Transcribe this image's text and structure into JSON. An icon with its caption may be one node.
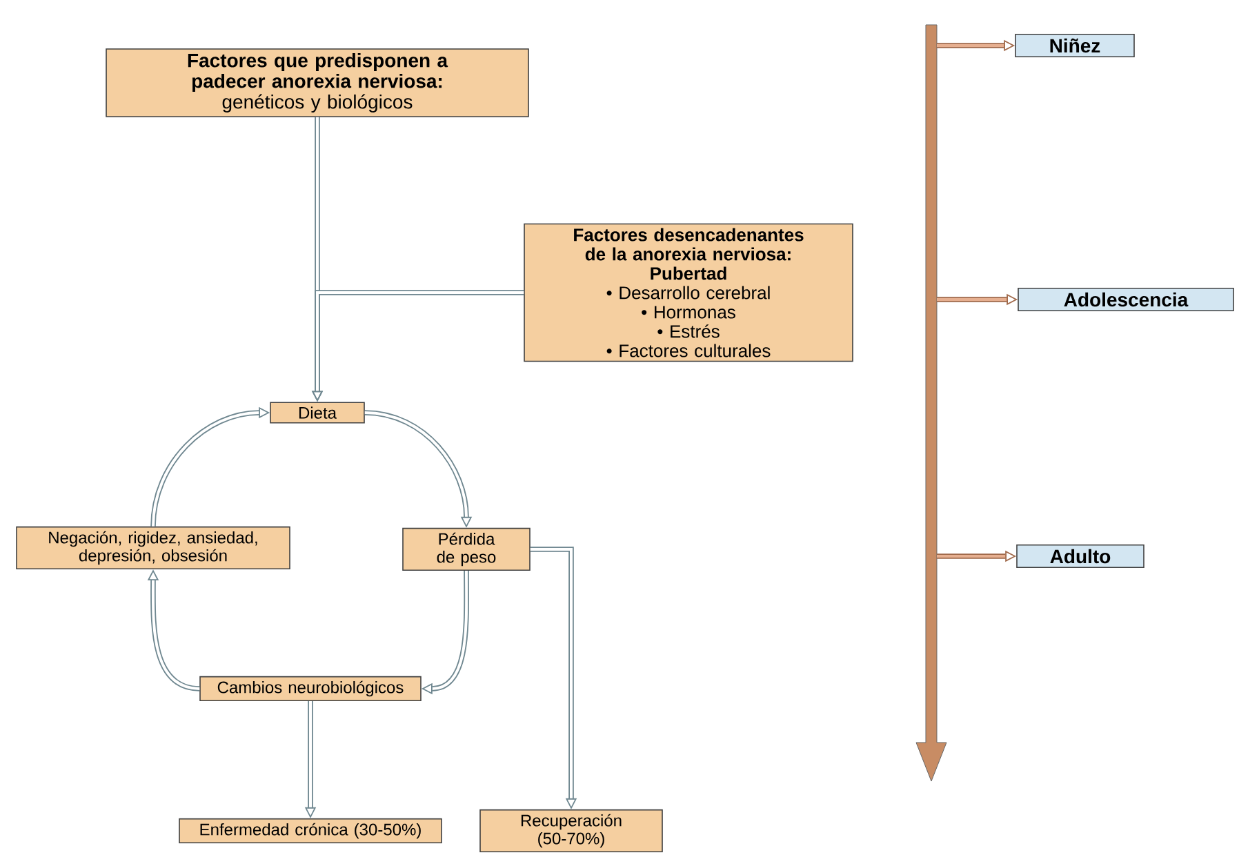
{
  "diagram": {
    "nodes": [
      {
        "text": [
          "Factores que predisponen a padecer anorexia nerviosa:",
          "genéticos y biológicos"
        ]
      },
      {
        "text": [
          "Factores desencadenantes de la anorexia nerviosa:",
          "Pubertad",
          "• Desarrollo cerebral",
          "• Hormonas",
          "• Estrés",
          "• Factores culturales"
        ]
      },
      {
        "text": [
          "Dieta"
        ]
      },
      {
        "text": [
          "Pérdida de peso"
        ]
      },
      {
        "text": [
          "Cambios neurobiológicos"
        ]
      },
      {
        "text": [
          "Negación, rigidez, ansiedad, depresión, obsesión"
        ]
      },
      {
        "text": [
          "Enfermedad crónica (30-50%)"
        ]
      },
      {
        "text": [
          "Recuperación (50-70%)"
        ]
      },
      {
        "text": [
          "Niñez"
        ]
      },
      {
        "text": [
          "Adolescencia"
        ]
      },
      {
        "text": [
          "Adulto"
        ]
      }
    ],
    "edges": [
      {
        "from": 0,
        "to": 2,
        "arrow": "to"
      },
      {
        "from": 1,
        "to": 2,
        "arrow": "to"
      },
      {
        "from": 2,
        "to": 3,
        "arrow": "to"
      },
      {
        "from": 3,
        "to": 4,
        "arrow": "to"
      },
      {
        "from": 4,
        "to": 5,
        "arrow": "to"
      },
      {
        "from": 5,
        "to": 2,
        "arrow": "to"
      },
      {
        "from": 4,
        "to": 6,
        "arrow": "to"
      },
      {
        "from": 3,
        "to": 7,
        "arrow": "to"
      },
      {
        "from": null,
        "to": 8,
        "arrow": "to",
        "color": "#a0694a"
      },
      {
        "from": null,
        "to": 9,
        "arrow": "to",
        "color": "#a0694a"
      },
      {
        "from": null,
        "to": 10,
        "arrow": "to",
        "color": "#a0694a"
      }
    ]
  }
}
